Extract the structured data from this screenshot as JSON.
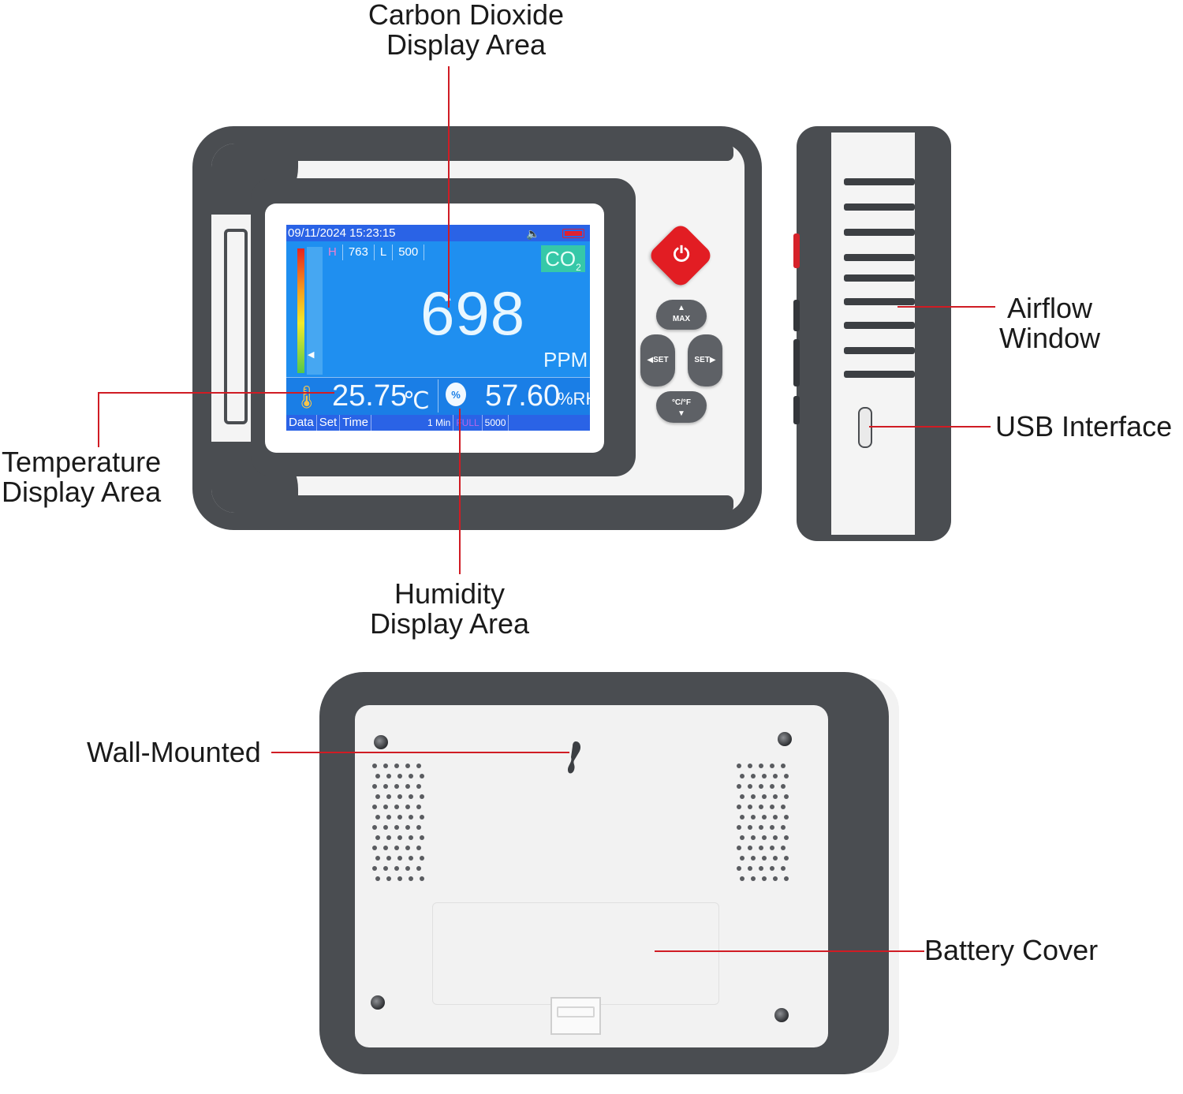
{
  "callouts": {
    "co2_line1": "Carbon Dioxide",
    "co2_line2": "Display Area",
    "temp_line1": "Temperature",
    "temp_line2": "Display Area",
    "hum_line1": "Humidity",
    "hum_line2": "Display Area",
    "airflow_line1": "Airflow",
    "airflow_line2": "Window",
    "usb": "USB Interface",
    "wall": "Wall-Mounted",
    "battery": "Battery Cover"
  },
  "lcd": {
    "datetime": "09/11/2024 15:23:15",
    "h_label": "H",
    "h_value": "763",
    "l_label": "L",
    "l_value": "500",
    "co2_label": "CO",
    "co2_sub": "2",
    "co2_value": "698",
    "co2_unit": "PPM",
    "temperature": "25.75",
    "temperature_unit": "℃",
    "humidity": "57.60",
    "humidity_unit": "%RH",
    "humidity_icon_text": "%",
    "status_data": "Data",
    "status_set": "Set",
    "status_time": "Time",
    "status_interval": "1 Min",
    "status_full": "FULL",
    "status_records": "5000"
  },
  "buttons": {
    "max": "MAX",
    "set_left": "SET",
    "set_right": "SET",
    "unit": "°C/°F"
  },
  "colors": {
    "leader": "#d01c24",
    "frame": "#4a4d51",
    "lcd": "#1f8ff0",
    "power": "#e21d23"
  },
  "icons": [
    "power-icon",
    "speaker-icon",
    "battery-icon",
    "thermometer-icon",
    "humidity-drop-icon"
  ]
}
